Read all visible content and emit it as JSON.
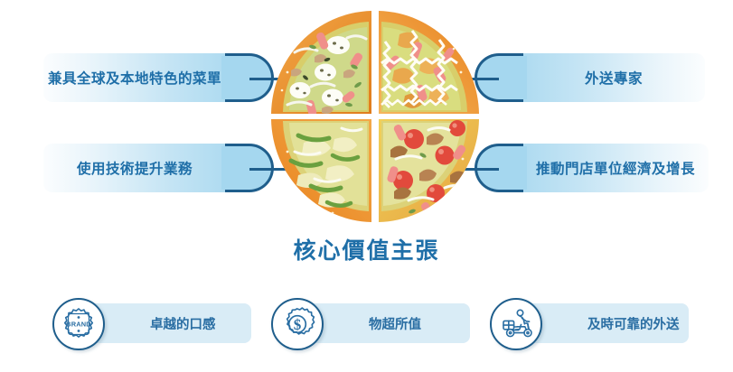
{
  "center": {
    "title": "核心價值主張",
    "graphic": "pizza-quartered-icon"
  },
  "pillars": [
    {
      "id": "menu",
      "label": "兼具全球及本地特色的菜單",
      "side": "left"
    },
    {
      "id": "delivery",
      "label": "外送專家",
      "side": "right"
    },
    {
      "id": "technology",
      "label": "使用技術提升業務",
      "side": "left"
    },
    {
      "id": "unit-economics",
      "label": "推動門店單位經濟及增長",
      "side": "right"
    }
  ],
  "benefits": [
    {
      "id": "taste",
      "label": "卓越的口感",
      "icon": "brand-seal-icon"
    },
    {
      "id": "value",
      "label": "物超所值",
      "icon": "gear-dollar-icon"
    },
    {
      "id": "delivery",
      "label": "及時可靠的外送",
      "icon": "delivery-scooter-icon"
    }
  ],
  "colors": {
    "accent_text": "#1f6fa8",
    "pill_stroke": "#1f5e8c",
    "pill_fill": "#a5d7ef",
    "card_fill": "#d9ecf6",
    "crust_outer": "#e8821e",
    "crust_inner": "#f0a84a",
    "cheese": "#e6e49a",
    "background": "#ffffff"
  }
}
